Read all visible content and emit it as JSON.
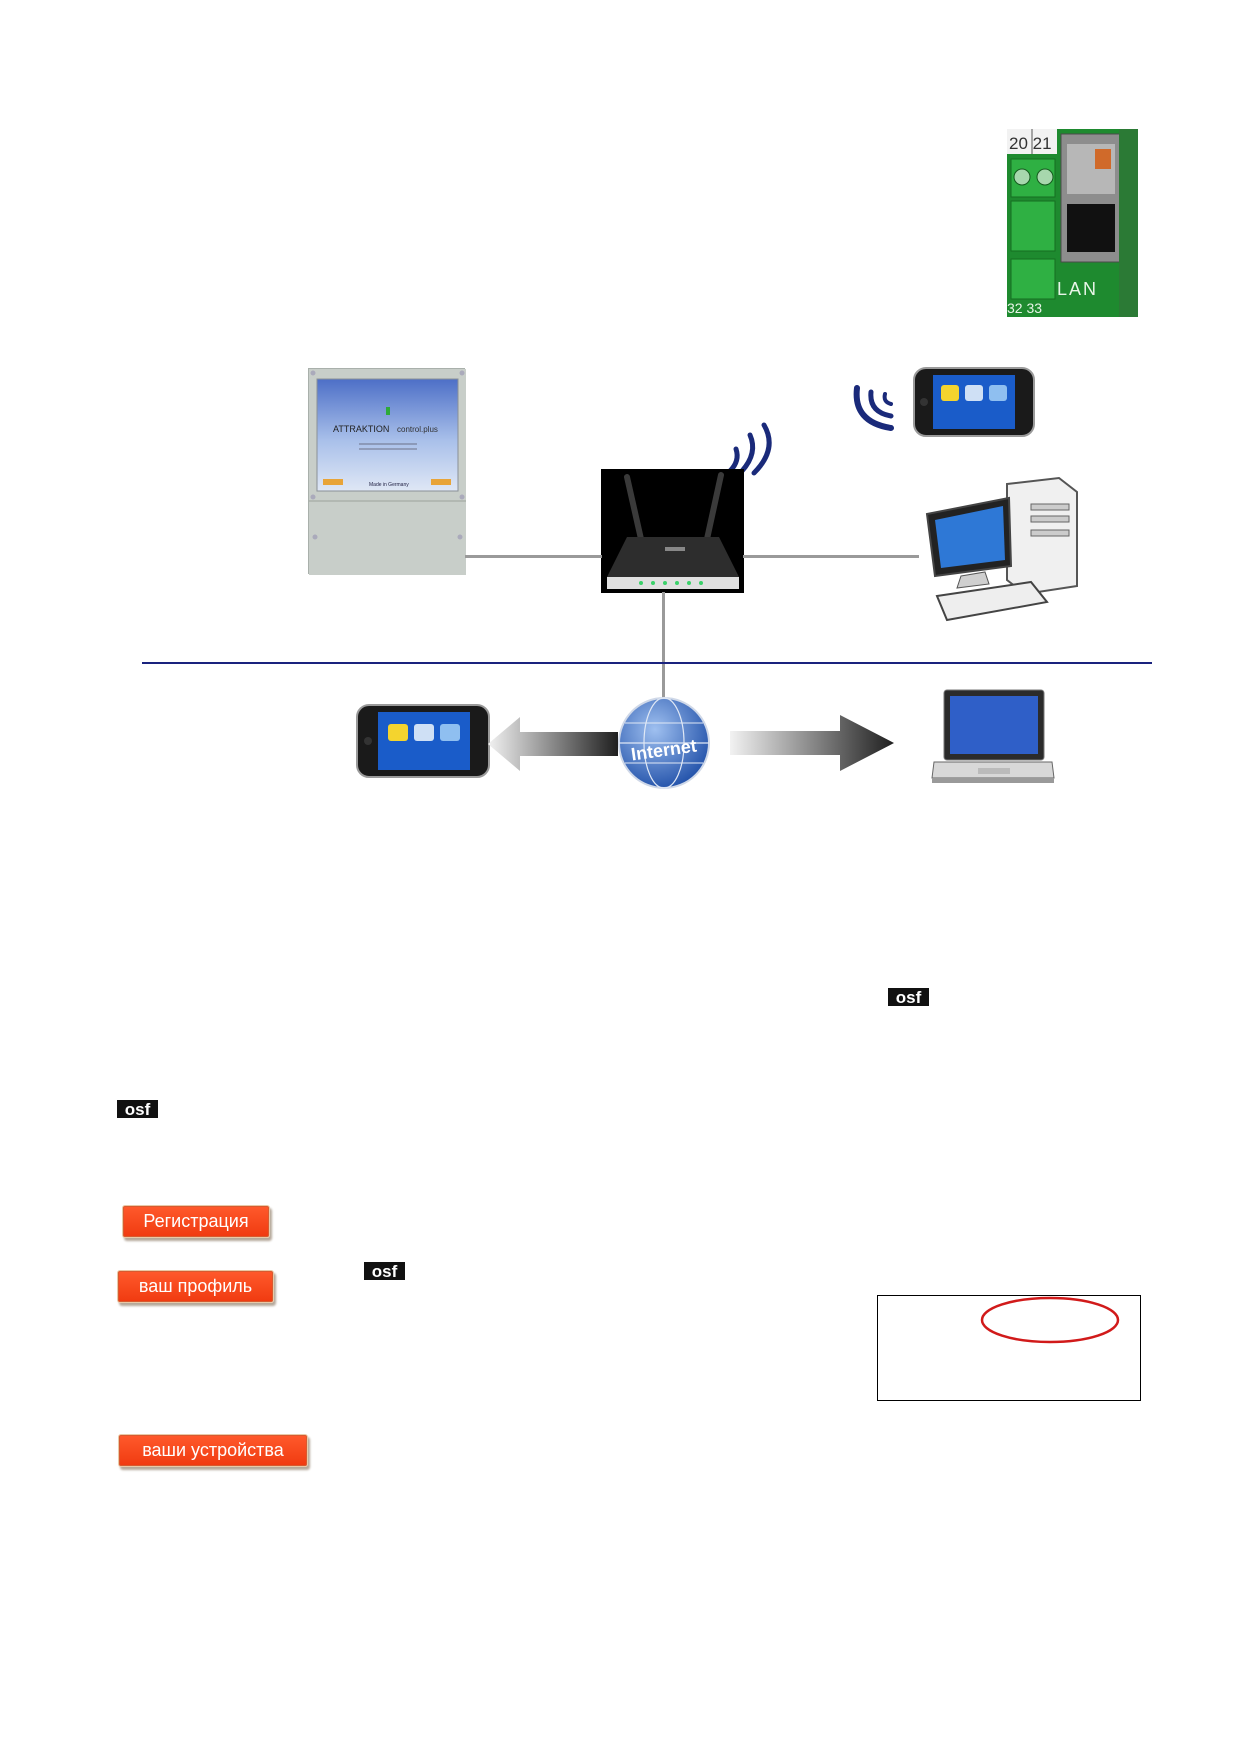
{
  "lan_photo": {
    "terminal_top": "20 21",
    "terminal_bottom": "32 33",
    "port_label": "LAN"
  },
  "controller": {
    "brand": "ATTRAKTION",
    "product": "control.plus",
    "footer": "Made in Germany"
  },
  "globe": {
    "label": "Internet"
  },
  "buttons": {
    "register": "Регистрация",
    "profile": "ваш профиль",
    "devices": "ваши устройства"
  },
  "logo": {
    "text": "osf"
  },
  "colors": {
    "button_red": "#f2451a",
    "divider_blue": "#1a237e",
    "ellipse_red": "#d11a1a"
  }
}
